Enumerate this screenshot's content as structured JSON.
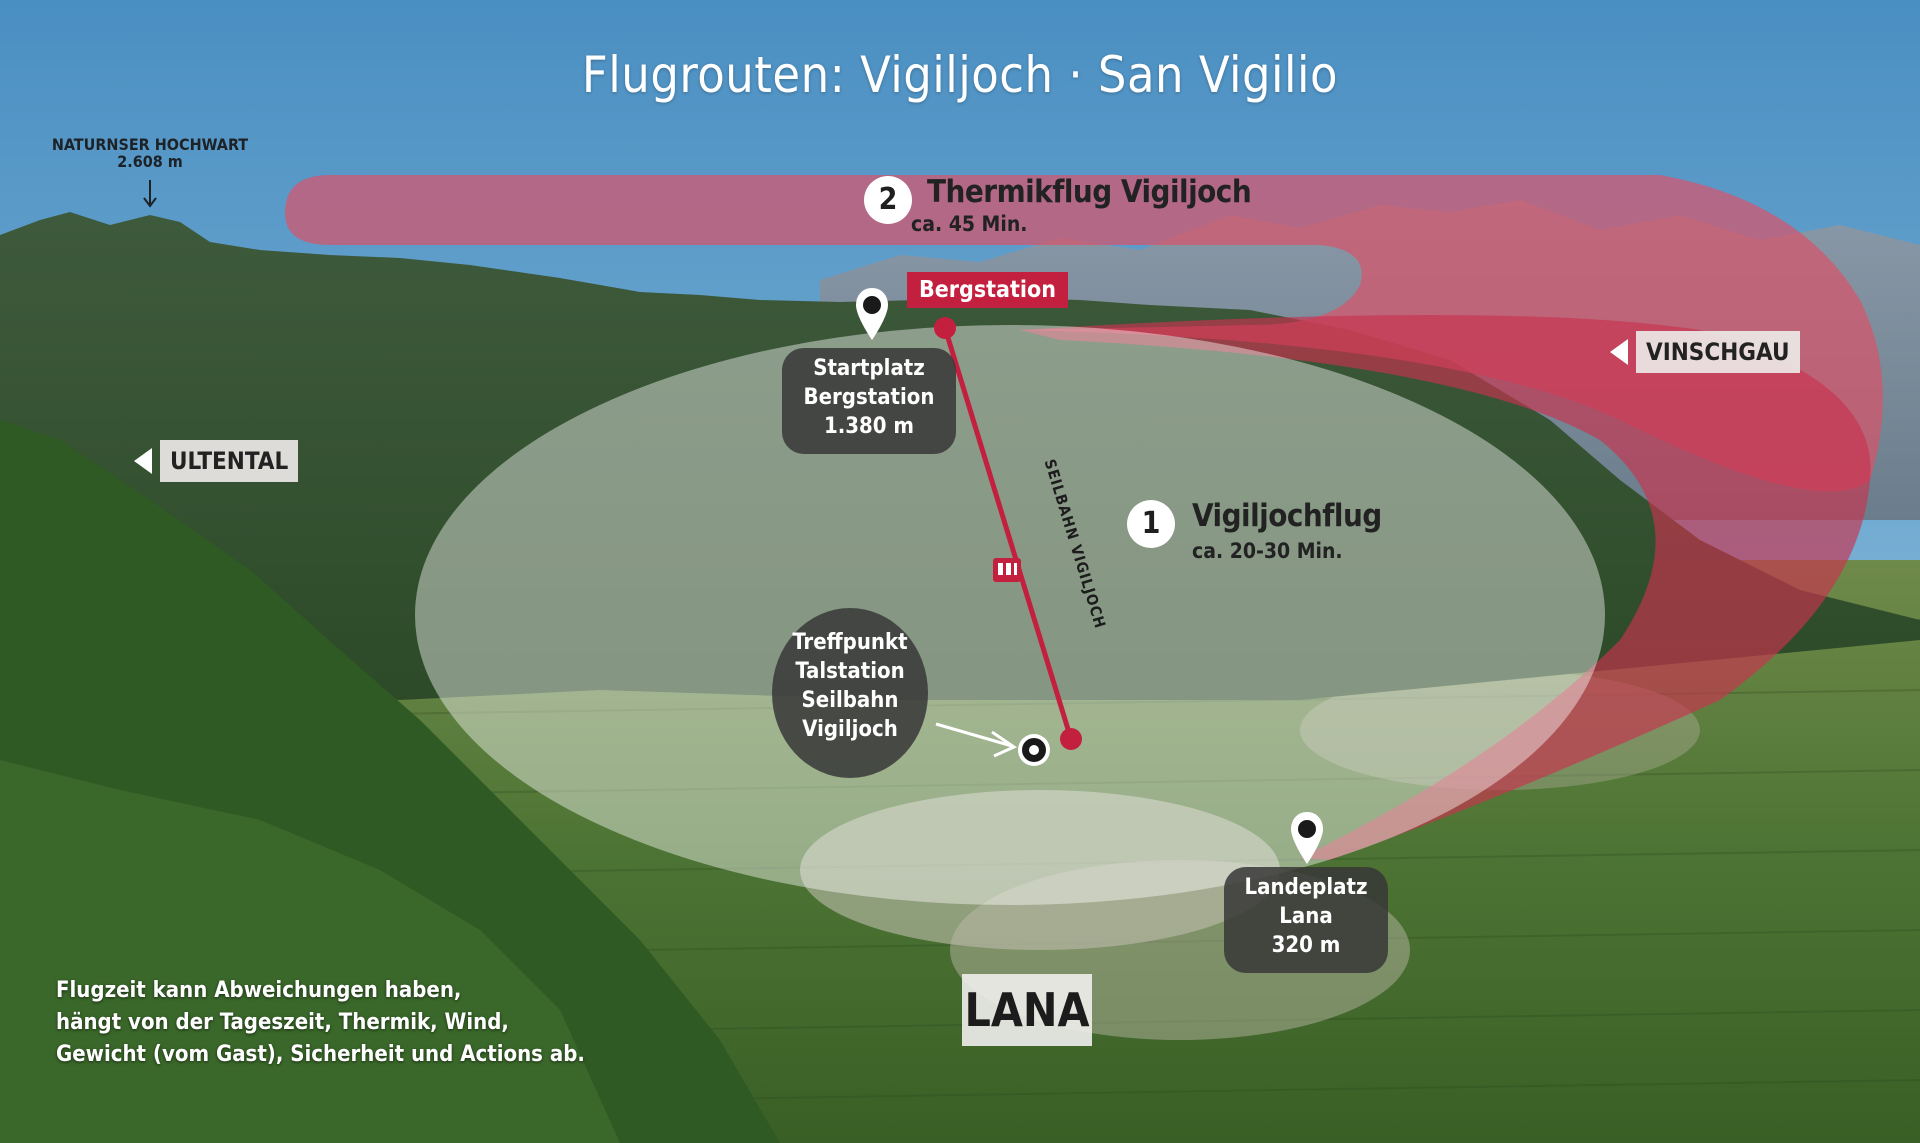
{
  "title": "Flugrouten: Vigiljoch · San Vigilio",
  "peak": {
    "name": "NATURNSER HOCHWART",
    "elevation": "2.608 m"
  },
  "routes": [
    {
      "number": "1",
      "name": "Vigiljochflug",
      "duration": "ca. 20-30 Min."
    },
    {
      "number": "2",
      "name": "Thermikflug Vigiljoch",
      "duration": "ca. 45 Min."
    }
  ],
  "labels": {
    "bergstation": "Bergstation",
    "seilbahn": "SEILBAHN VIGILJOCH",
    "ultental": "ULTENTAL",
    "vinschgau": "VINSCHGAU",
    "lana": "LANA"
  },
  "start": {
    "line1": "Startplatz",
    "line2": "Bergstation",
    "line3": "1.380 m"
  },
  "meeting": {
    "line1": "Treffpunkt",
    "line2": "Talstation",
    "line3": "Seilbahn",
    "line4": "Vigiljoch"
  },
  "landing": {
    "line1": "Landeplatz",
    "line2": "Lana",
    "line3": "320 m"
  },
  "note": {
    "line1": "Flugzeit kann Abweichungen haben,",
    "line2": "hängt von der Tageszeit, Thermik, Wind,",
    "line3": "Gewicht (vom Gast), Sicherheit und Actions ab."
  },
  "colors": {
    "route_red": "#c3203f",
    "route_pink": "#e26b7b",
    "sky": "#5d9cc6",
    "valley_green": "#3f6a2c"
  }
}
